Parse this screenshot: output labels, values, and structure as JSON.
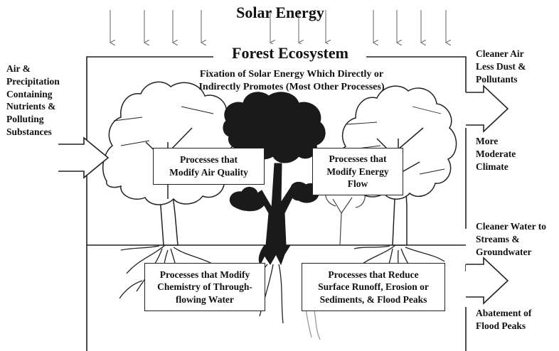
{
  "top_label": "Solar Energy",
  "title": "Forest Ecosystem",
  "fixation": {
    "line1": "Fixation of Solar Energy Which Directly or",
    "line2": "Indirectly Promotes (Most Other Processes)"
  },
  "inputs": {
    "lines": [
      "Air &",
      "Precipitation",
      "Containing",
      "Nutrients &",
      "Polluting",
      "Substances"
    ]
  },
  "outputs": {
    "air": [
      "Cleaner Air",
      "Less Dust &",
      "Pollutants"
    ],
    "climate": [
      "More",
      "Moderate",
      "Climate"
    ],
    "water": [
      "Cleaner Water to",
      "Streams &",
      "Groundwater"
    ],
    "flood": [
      "Abatement of",
      "Flood Peaks"
    ]
  },
  "processes": {
    "air_quality": [
      "Processes that",
      "Modify Air Quality"
    ],
    "energy_flow": [
      "Processes that",
      "Modify Energy",
      "Flow"
    ],
    "chemistry": [
      "Processes that Modify",
      "Chemistry of Through-",
      "flowing Water"
    ],
    "runoff": [
      "Processes that Reduce",
      "Surface Runoff, Erosion or",
      "Sediments, & Flood Peaks"
    ]
  },
  "icons": [
    "solar-ray-arrow",
    "deciduous-tree-outline",
    "dark-tree-silhouette",
    "root-system",
    "input-arrow",
    "output-arrow"
  ]
}
